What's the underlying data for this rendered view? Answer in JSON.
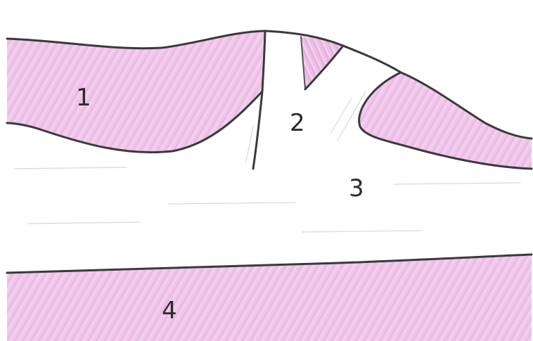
{
  "labels": {
    "region_1": "1",
    "region_2": "2",
    "region_3": "3",
    "region_4": "4"
  },
  "colors": {
    "pink_fill": "#eab6e2",
    "pink_light": "#f3d3ee",
    "outline": "#3a3a3a",
    "background": "#ffffff"
  }
}
